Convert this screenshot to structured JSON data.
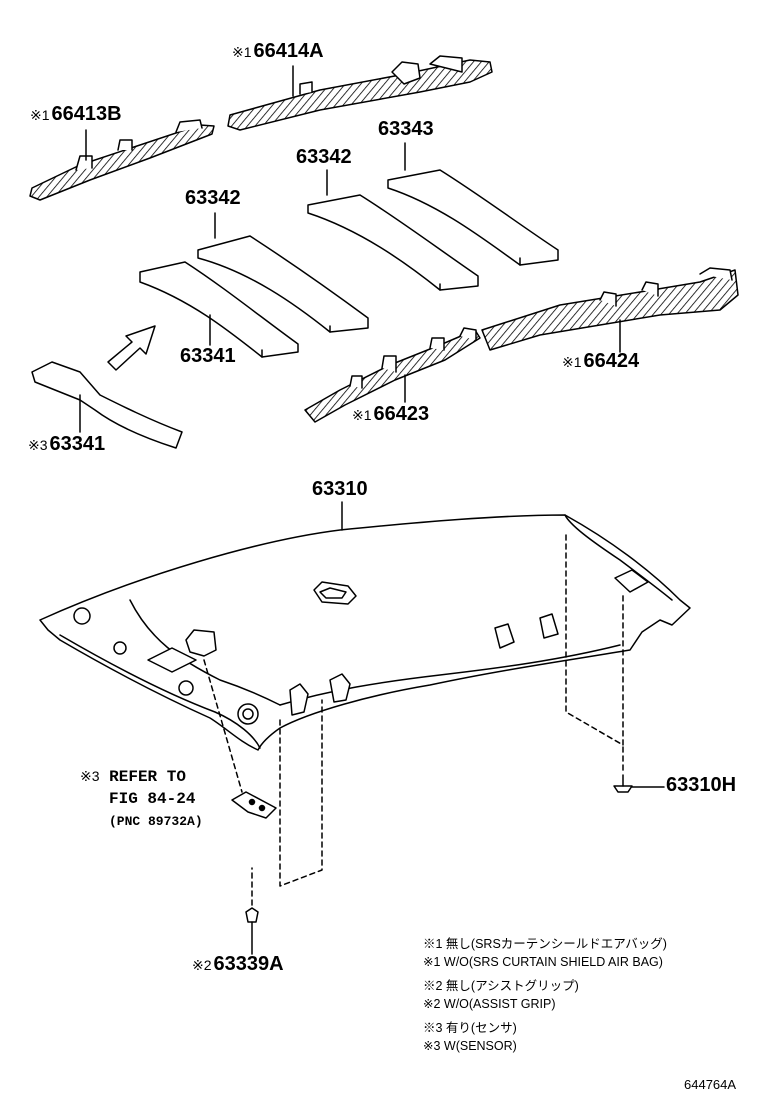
{
  "diagram": {
    "parts": {
      "p66414A": {
        "marker": "※1",
        "number": "66414A"
      },
      "p66413B": {
        "marker": "※1",
        "number": "66413B"
      },
      "p63343": {
        "marker": "",
        "number": "63343"
      },
      "p63342_right": {
        "marker": "",
        "number": "63342"
      },
      "p63342_left": {
        "marker": "",
        "number": "63342"
      },
      "p63341_upper": {
        "marker": "",
        "number": "63341"
      },
      "p63341_lower": {
        "marker": "※3",
        "number": "63341"
      },
      "p66424": {
        "marker": "※1",
        "number": "66424"
      },
      "p66423": {
        "marker": "※1",
        "number": "66423"
      },
      "p63310": {
        "marker": "",
        "number": "63310"
      },
      "p63310H": {
        "marker": "",
        "number": "63310H"
      },
      "p63339A": {
        "marker": "※2",
        "number": "63339A"
      }
    },
    "refer": {
      "marker": "※3",
      "line1": "REFER TO",
      "line2": "FIG 84-24",
      "line3": "(PNC 89732A)"
    },
    "notes": [
      "※1 無し(SRSカーテンシールドエアバッグ)",
      "※1 W/O(SRS CURTAIN SHIELD AIR BAG)",
      "※2 無し(アシストグリップ)",
      "※2 W/O(ASSIST GRIP)",
      "※3 有り(センサ)",
      "※3 W(SENSOR)"
    ],
    "figure_id": "644764A"
  }
}
